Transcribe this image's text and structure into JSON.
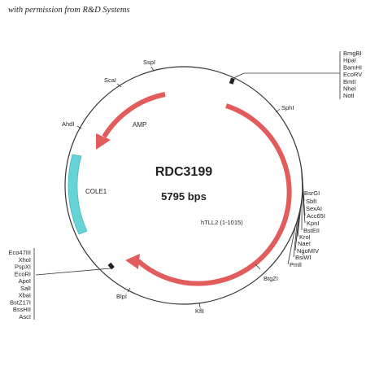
{
  "header_note": "with permission from R&D Systems",
  "plasmid": {
    "name": "RDC3199",
    "size": "5795 bps"
  },
  "features": {
    "amp": "AMP",
    "cole1": "COLE1",
    "insert": "hTLL2 (1-1015)"
  },
  "sites": {
    "sspi": "SspI",
    "scai": "ScaI",
    "ahdi": "AhdI",
    "sphi": "SphI",
    "btgzi": "BtgZI",
    "kfli": "KflI",
    "blpi": "BlpI"
  },
  "site_groups": {
    "top_right": [
      "BmgBI",
      "HpaI",
      "BamHI",
      "EcoRV",
      "BmtI",
      "NheI",
      "NotI"
    ],
    "right": [
      "BsrGI",
      "SbfI",
      "SexAI",
      "Acc65I",
      "KpnI",
      "BstEII",
      "KroI",
      "NaeI",
      "NgoMIV",
      "BsiWI",
      "PmlI"
    ],
    "left": [
      "Eco47III",
      "XhoI",
      "PspXI",
      "EcoRI",
      "ApoI",
      "SalI",
      "XbaI",
      "BstZ17I",
      "BssHII",
      "AscI"
    ]
  },
  "colors": {
    "backbone": "#333333",
    "arrow_red": "#e25c5c",
    "arrow_red_fill": "#ee8a8a",
    "cole1_teal": "#67d3d6",
    "label": "#222222"
  }
}
